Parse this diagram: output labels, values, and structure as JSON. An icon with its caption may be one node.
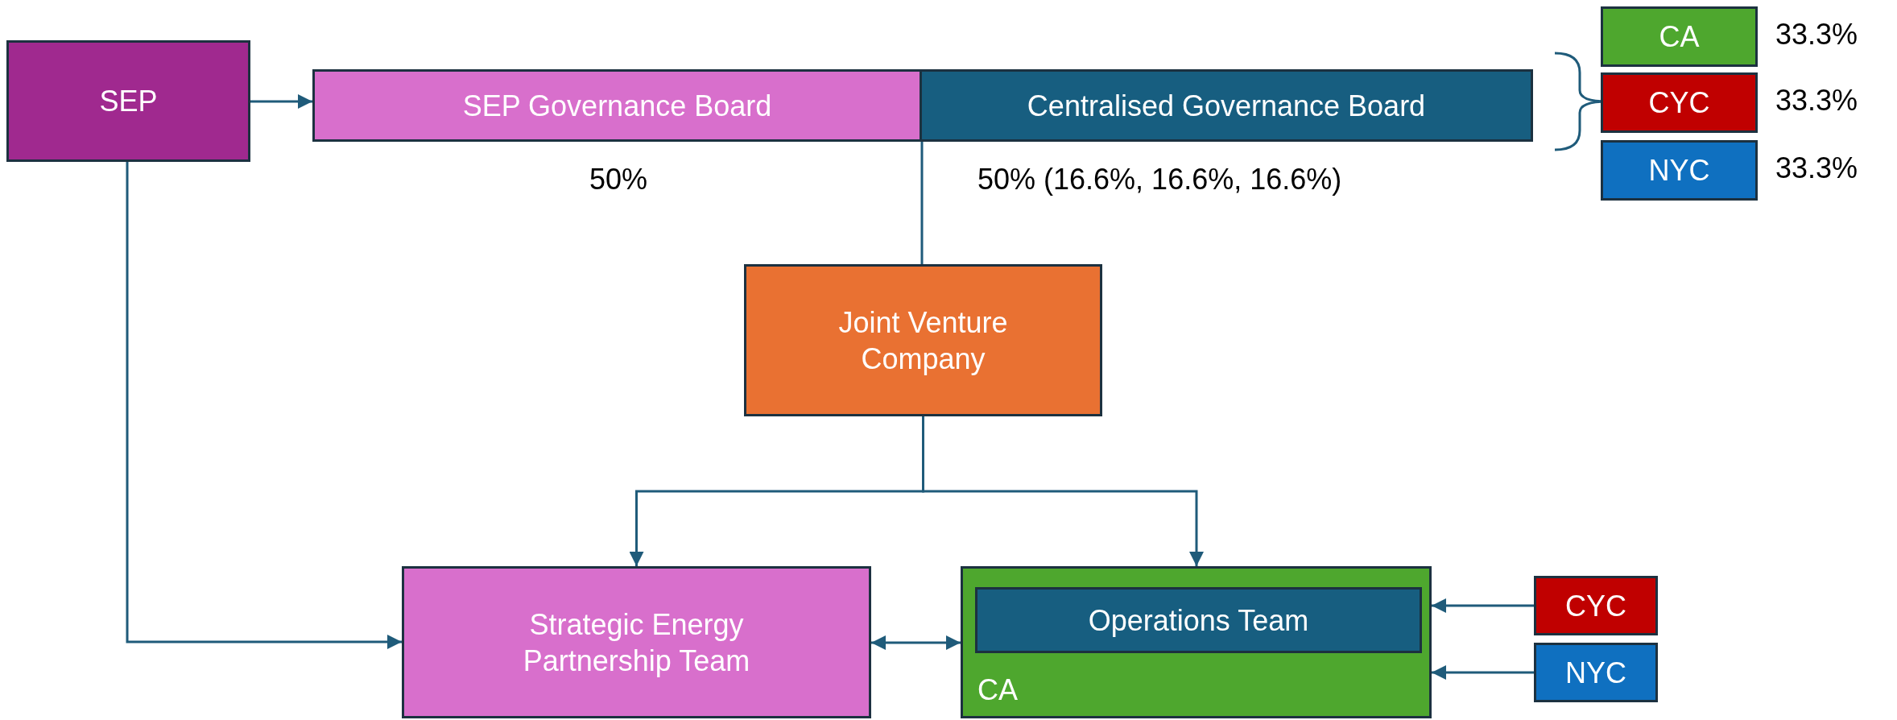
{
  "diagram": {
    "nodes": [
      {
        "text": [
          "SEP"
        ]
      },
      {
        "text": [
          "SEP Governance Board"
        ]
      },
      {
        "text": [
          "Centralised Governance Board"
        ]
      },
      {
        "text": [
          "CA"
        ],
        "beside": [
          "33.3%"
        ]
      },
      {
        "text": [
          "CYC"
        ],
        "beside": [
          "33.3%"
        ]
      },
      {
        "text": [
          "NYC"
        ],
        "beside": [
          "33.3%"
        ]
      },
      {
        "text": [
          "Joint Venture Company"
        ]
      },
      {
        "text": [
          "Strategic Energy Partnership Team"
        ]
      },
      {
        "text": [
          "CA"
        ]
      },
      {
        "text": [
          "Operations Team"
        ],
        "in": 8
      },
      {
        "text": [
          "CYC"
        ]
      },
      {
        "text": [
          "NYC"
        ]
      }
    ],
    "edges": [
      {
        "from": 0,
        "to": 1,
        "arrow": "to"
      },
      {
        "from": 2,
        "to": 6,
        "arrow": "none"
      },
      {
        "from": 6,
        "to": 7,
        "arrow": "to"
      },
      {
        "from": 6,
        "to": 8,
        "arrow": "to"
      },
      {
        "from": 0,
        "to": 7,
        "arrow": "to"
      },
      {
        "from": 7,
        "to": 8,
        "arrow": "both"
      },
      {
        "from": 10,
        "to": 8,
        "arrow": "to"
      },
      {
        "from": 11,
        "to": 8,
        "arrow": "to"
      }
    ],
    "labels": [
      "50%",
      "50% (16.6%, 16.6%, 16.6%)"
    ]
  }
}
